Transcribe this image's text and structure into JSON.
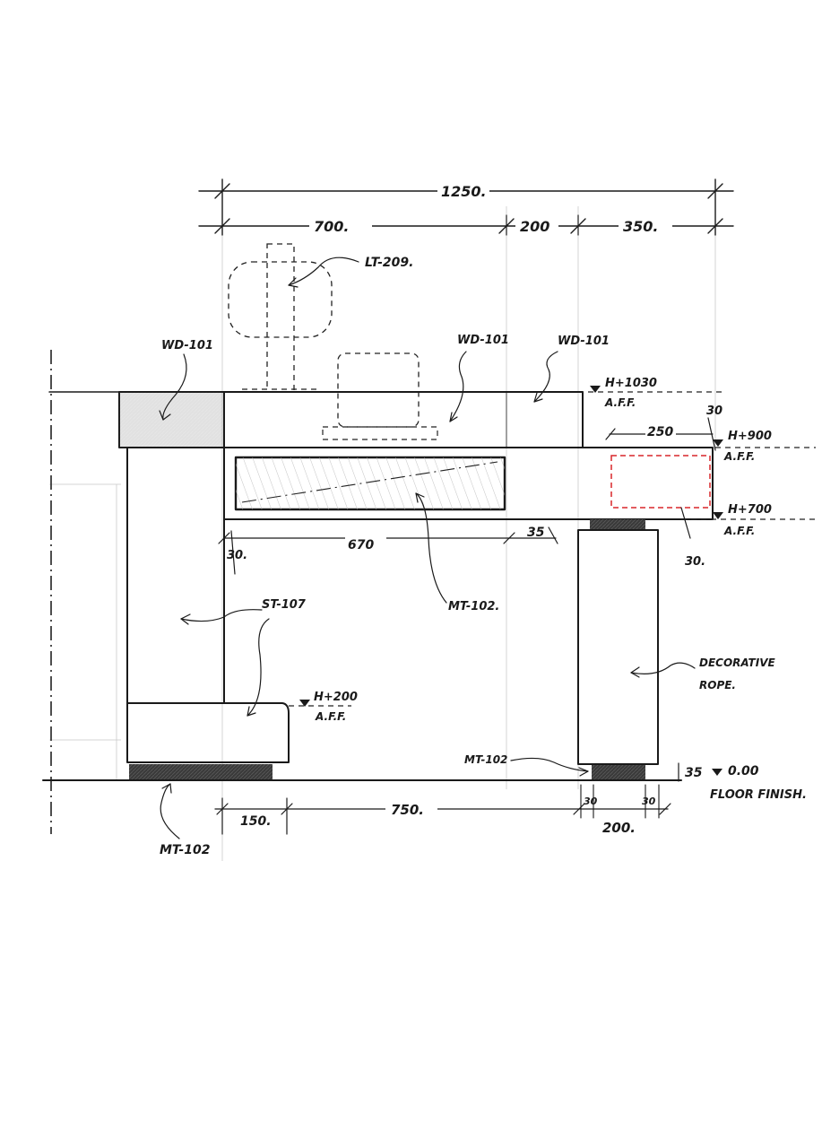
{
  "dimensions": {
    "overall_width": "1250.",
    "seg_700": "700.",
    "seg_200_top": "200",
    "seg_350": "350.",
    "gap_670": "670",
    "gap_30_left": "30.",
    "edge_35": "35",
    "overhang_250": "250",
    "top_30": "30",
    "bottom_30": "30.",
    "bottom_150": "150.",
    "bottom_750": "750.",
    "bottom_200": "200.",
    "foot_30_a": "30",
    "foot_30_b": "30",
    "foot_35": "35"
  },
  "tags": {
    "lt_209": "LT-209.",
    "wd_101_left": "WD-101",
    "wd_101_center": "WD-101",
    "wd_101_right": "WD-101",
    "mt_102_center": "MT-102.",
    "st_107": "ST-107",
    "decorative_rope_1": "DECORATIVE",
    "decorative_rope_2": "ROPE.",
    "mt_102_right": "MT-102",
    "mt_102_bottom": "MT-102"
  },
  "levels": {
    "h1030": "H+1030",
    "h1030_aff": "A.F.F.",
    "h900": "H+900",
    "h900_aff": "A.F.F.",
    "h700": "H+700",
    "h700_aff": "A.F.F.",
    "h200": "H+200",
    "h200_aff": "A.F.F.",
    "floor_level": "0.00",
    "floor_label": "FLOOR FINISH."
  },
  "colors": {
    "ink": "#1a1a1a",
    "red_dash": "#d9262a",
    "paper": "#ffffff"
  }
}
